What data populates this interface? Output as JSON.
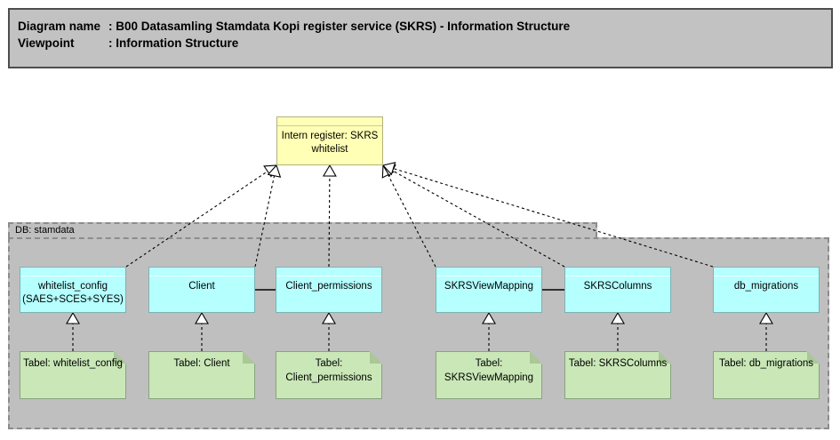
{
  "header": {
    "rows": [
      {
        "label": "Diagram name",
        "value": ": B00 Datasamling Stamdata Kopi register service (SKRS) - Information Structure"
      },
      {
        "label": "Viewpoint",
        "value": ": Information Structure"
      }
    ]
  },
  "nodes": {
    "intern_register": {
      "label": "Intern register: SKRS whitelist",
      "kind": "data-object",
      "fill": "#FFFFB5"
    },
    "db_group": {
      "label": "DB: stamdata",
      "kind": "grouping",
      "fill": "#BFBFBF"
    },
    "whitelist_config": {
      "label": "whitelist_config (SAES+SCES+SYES)",
      "kind": "data-object",
      "fill": "#B5FFFF"
    },
    "client": {
      "label": "Client",
      "kind": "data-object",
      "fill": "#B5FFFF"
    },
    "client_permissions": {
      "label": "Client_permissions",
      "kind": "data-object",
      "fill": "#B5FFFF"
    },
    "skrsviewmapping": {
      "label": "SKRSViewMapping",
      "kind": "data-object",
      "fill": "#B5FFFF"
    },
    "skrscolumns": {
      "label": "SKRSColumns",
      "kind": "data-object",
      "fill": "#B5FFFF"
    },
    "db_migrations": {
      "label": "db_migrations",
      "kind": "data-object",
      "fill": "#B5FFFF"
    },
    "tabel_whitelist_config": {
      "label": "Tabel: whitelist_config",
      "kind": "artifact",
      "fill": "#C9E7B7"
    },
    "tabel_client": {
      "label": "Tabel: Client",
      "kind": "artifact",
      "fill": "#C9E7B7"
    },
    "tabel_client_permissions": {
      "label": "Tabel: Client_permissions",
      "kind": "artifact",
      "fill": "#C9E7B7"
    },
    "tabel_skrsviewmapping": {
      "label": "Tabel: SKRSViewMapping",
      "kind": "artifact",
      "fill": "#C9E7B7"
    },
    "tabel_skrscolumns": {
      "label": "Tabel: SKRSColumns",
      "kind": "artifact",
      "fill": "#C9E7B7"
    },
    "tabel_db_migrations": {
      "label": "Tabel: db_migrations",
      "kind": "artifact",
      "fill": "#C9E7B7"
    }
  },
  "edges": [
    {
      "from": "whitelist_config",
      "from_anchor": "tr",
      "to": "intern_register",
      "to_anchor": "bl",
      "type": "realization"
    },
    {
      "from": "client",
      "from_anchor": "tr",
      "to": "intern_register",
      "to_anchor": "bl",
      "type": "realization"
    },
    {
      "from": "client_permissions",
      "from_anchor": "tc",
      "to": "intern_register",
      "to_anchor": "bc",
      "type": "realization"
    },
    {
      "from": "skrsviewmapping",
      "from_anchor": "tl",
      "to": "intern_register",
      "to_anchor": "br",
      "type": "realization"
    },
    {
      "from": "skrscolumns",
      "from_anchor": "tl",
      "to": "intern_register",
      "to_anchor": "br",
      "type": "realization"
    },
    {
      "from": "db_migrations",
      "from_anchor": "tl",
      "to": "intern_register",
      "to_anchor": "br",
      "type": "realization"
    },
    {
      "from": "tabel_whitelist_config",
      "from_anchor": "tc",
      "to": "whitelist_config",
      "to_anchor": "bc",
      "type": "realization"
    },
    {
      "from": "tabel_client",
      "from_anchor": "tc",
      "to": "client",
      "to_anchor": "bc",
      "type": "realization"
    },
    {
      "from": "tabel_client_permissions",
      "from_anchor": "tc",
      "to": "client_permissions",
      "to_anchor": "bc",
      "type": "realization"
    },
    {
      "from": "tabel_skrsviewmapping",
      "from_anchor": "tc",
      "to": "skrsviewmapping",
      "to_anchor": "bc",
      "type": "realization"
    },
    {
      "from": "tabel_skrscolumns",
      "from_anchor": "tc",
      "to": "skrscolumns",
      "to_anchor": "bc",
      "type": "realization"
    },
    {
      "from": "tabel_db_migrations",
      "from_anchor": "tc",
      "to": "db_migrations",
      "to_anchor": "bc",
      "type": "realization"
    },
    {
      "from": "client",
      "from_anchor": "rm",
      "to": "client_permissions",
      "to_anchor": "lm",
      "type": "association"
    },
    {
      "from": "skrsviewmapping",
      "from_anchor": "rm",
      "to": "skrscolumns",
      "to_anchor": "lm",
      "type": "association"
    }
  ],
  "colors": {
    "canvas_bg": "#FFFFFF",
    "title_block_bg": "#C2C2C2",
    "title_block_border": "#4D4D4D",
    "group_fill": "#BFBFBF",
    "group_border": "#8C8C8C",
    "data_object_yellow": "#FFFFB5",
    "data_object_cyan": "#B5FFFF",
    "artifact_green": "#C9E7B7",
    "edge_color": "#000000",
    "arrowhead_fill": "#FFFFFF"
  }
}
